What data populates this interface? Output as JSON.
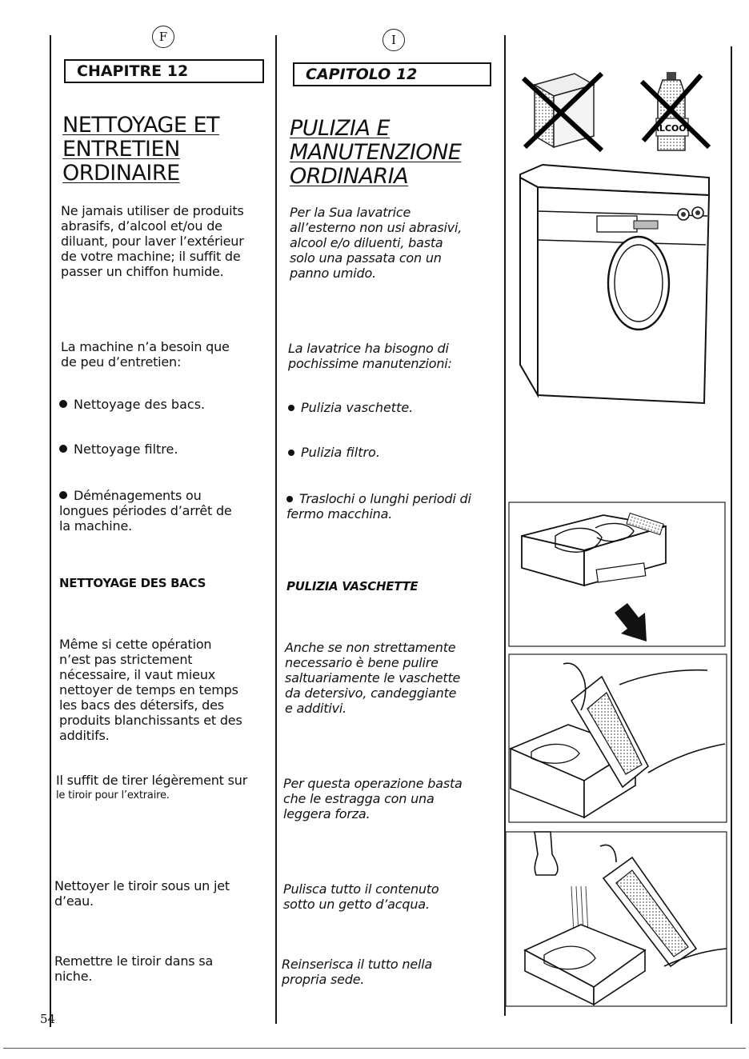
{
  "page_number": "54",
  "french": {
    "lang_mark": "F",
    "chapter": "CHAPITRE 12",
    "title_lines": [
      "NETTOYAGE ET",
      "ENTRETIEN",
      "ORDINAIRE"
    ],
    "intro": [
      "Ne jamais utiliser de produits",
      "abrasifs, d’alcool et/ou de",
      "diluant, pour laver l’extérieur",
      "de votre machine; il suffit de",
      "passer un chiffon humide."
    ],
    "needs": [
      "La machine n’a besoin que",
      "de peu d’entretien:"
    ],
    "bullet1": "Nettoyage des bacs.",
    "bullet2": "Nettoyage filtre.",
    "bullet3": [
      "Déménagements ou",
      "longues périodes d’arrêt de",
      "la machine."
    ],
    "subheading": "NETTOYAGE DES BACS",
    "para1": [
      "Même si cette opération",
      "n’est pas strictement",
      "nécessaire, il vaut mieux",
      "nettoyer de temps en temps",
      "les bacs des détersifs, des",
      "produits blanchissants et des",
      "additifs."
    ],
    "para2": [
      "Il suffit de tirer légèrement sur",
      "le tiroir pour l’extraire."
    ],
    "para3": [
      "Nettoyer le tiroir sous un jet",
      "d’eau."
    ],
    "para4": [
      "Remettre le tiroir dans sa",
      "niche."
    ]
  },
  "italian": {
    "lang_mark": "I",
    "chapter": "CAPITOLO 12",
    "title_lines": [
      "PULIZIA E",
      "MANUTENZIONE",
      "ORDINARIA"
    ],
    "intro": [
      "Per la Sua lavatrice",
      "all’esterno non usi abrasivi,",
      "alcool e/o diluenti, basta",
      "solo una passata con un",
      "panno umido."
    ],
    "needs": [
      "La lavatrice ha bisogno di",
      "pochissime manutenzioni:"
    ],
    "bullet1": "Pulizia vaschette.",
    "bullet2": "Pulizia filtro.",
    "bullet3": [
      "Traslochi o lunghi periodi di",
      "fermo macchina."
    ],
    "subheading": "PULIZIA VASCHETTE",
    "para1": [
      "Anche se non strettamente",
      "necessario è bene pulire",
      "saltuariamente le vaschette",
      "da detersivo, candeggiante",
      "e additivi."
    ],
    "para2": [
      "Per questa operazione basta",
      "che le estragga con una",
      "leggera forza."
    ],
    "para3": [
      "Pulisca tutto il contenuto",
      "sotto un getto d’acqua."
    ],
    "para4": [
      "Reinserisca il tutto nella",
      "propria sede."
    ]
  },
  "illustrations": {
    "bottle_label": "ALCOOL"
  }
}
